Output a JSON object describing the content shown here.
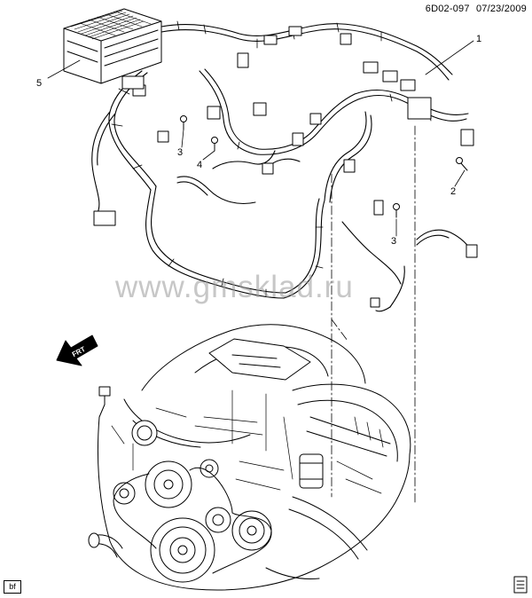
{
  "header": {
    "code": "6D02-097",
    "date": "07/23/2009"
  },
  "callouts": [
    "1",
    "2",
    "3",
    "3",
    "4",
    "5"
  ],
  "watermark": "www.gmsklad.ru",
  "fwd_arrow_label": "FRT",
  "corner_tag": "bf",
  "icons": {
    "fwd": "front-arrow-icon",
    "corner": "document-icon"
  }
}
